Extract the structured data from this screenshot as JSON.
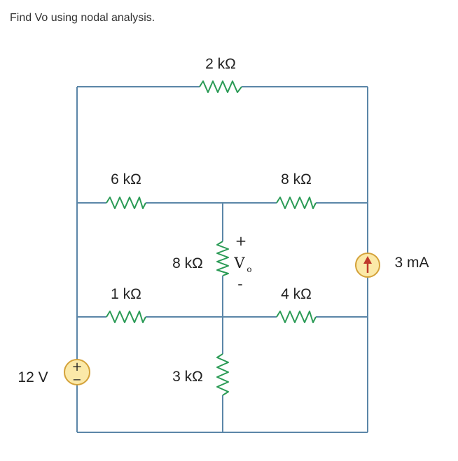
{
  "question": "Find Vo using nodal analysis.",
  "components": {
    "r_top": "2 kΩ",
    "r_left_mid": "6 kΩ",
    "r_right_mid": "8 kΩ",
    "r_center": "8 kΩ",
    "r_left_low": "1 kΩ",
    "r_right_low": "4 kΩ",
    "r_bottom_center": "3 kΩ",
    "voltage_source": "12 V",
    "current_source": "3 mA"
  },
  "vo": {
    "plus": "+",
    "minus": "-",
    "label_main": "V",
    "label_sub": "o"
  },
  "source_signs": {
    "plus": "+",
    "minus": "−"
  },
  "colors": {
    "wire": "#5b86a8",
    "resistor": "#2a9a55",
    "source_border": "#d4a23a",
    "source_fill": "#fbe9a8",
    "arrow": "#c0392b"
  }
}
